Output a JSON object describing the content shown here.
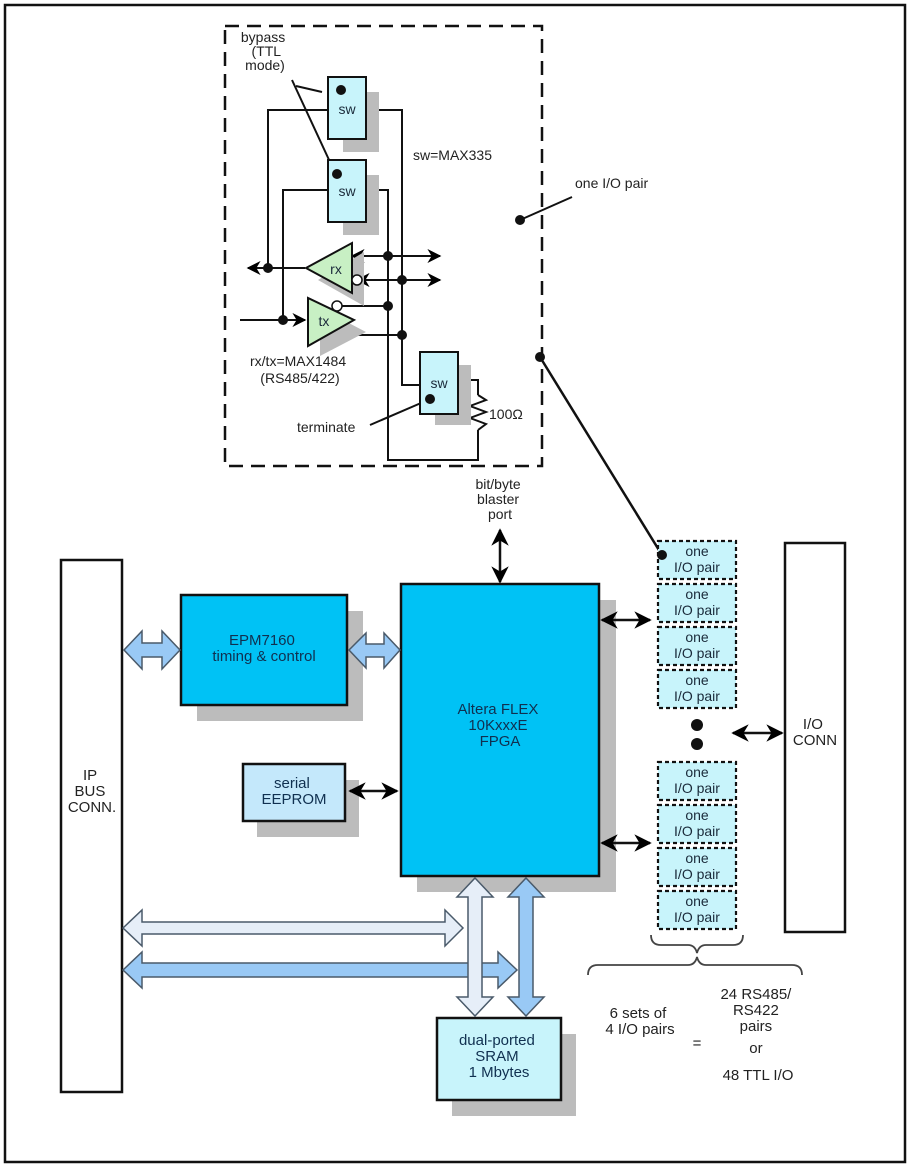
{
  "colors": {
    "fpga_blue": "#00c2f5",
    "light_cyan": "#c8f4fb",
    "eeprom_blue": "#c4e8fb",
    "amp_green": "#c8f0c4",
    "bus_blue": "#99c9f5",
    "bus_pale": "#e6eef8",
    "shadow": "#bcbcbc"
  },
  "detail": {
    "bypass_label": [
      "bypass",
      "(TTL",
      "mode)"
    ],
    "switch_label": "sw",
    "switch_part": "sw=MAX335",
    "rx_label": "rx",
    "tx_label": "tx",
    "transceiver_part": [
      "rx/tx=MAX1484",
      "(RS485/422)"
    ],
    "terminate_label": "terminate",
    "resistor_label": "100Ω",
    "callout": "one I/O pair"
  },
  "blocks": {
    "blaster": [
      "bit/byte",
      "blaster",
      "port"
    ],
    "epm": [
      "EPM7160",
      "timing & control"
    ],
    "eeprom": [
      "serial",
      "EEPROM"
    ],
    "fpga": [
      "Altera FLEX",
      "10KxxxE",
      "FPGA"
    ],
    "sram": [
      "dual-ported",
      "SRAM",
      "1 Mbytes"
    ],
    "ip_bus": [
      "IP",
      "BUS",
      "CONN."
    ],
    "io_conn": [
      "I/O",
      "CONN"
    ]
  },
  "io_pairs": {
    "label": [
      "one",
      "I/O pair"
    ],
    "top_group_count": 4,
    "bottom_group_count": 4
  },
  "summary": {
    "left": [
      "6 sets of",
      "4 I/O pairs"
    ],
    "equals": "=",
    "right": [
      "24 RS485/",
      "RS422",
      "pairs",
      "or",
      "48 TTL I/O"
    ]
  }
}
